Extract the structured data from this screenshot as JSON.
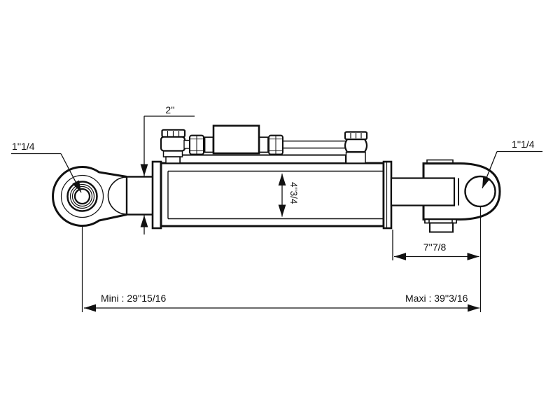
{
  "colors": {
    "background": "#ffffff",
    "line": "#111111"
  },
  "labels": {
    "eye_bore": "1''1/4",
    "shank_diameter": "2''",
    "cylinder_bore": "4''3/4",
    "clevis_bore": "1''1/4",
    "rod_extension": "7''7/8",
    "length_min": "Mini : 29''15/16",
    "length_max": "Maxi : 39''3/16"
  }
}
